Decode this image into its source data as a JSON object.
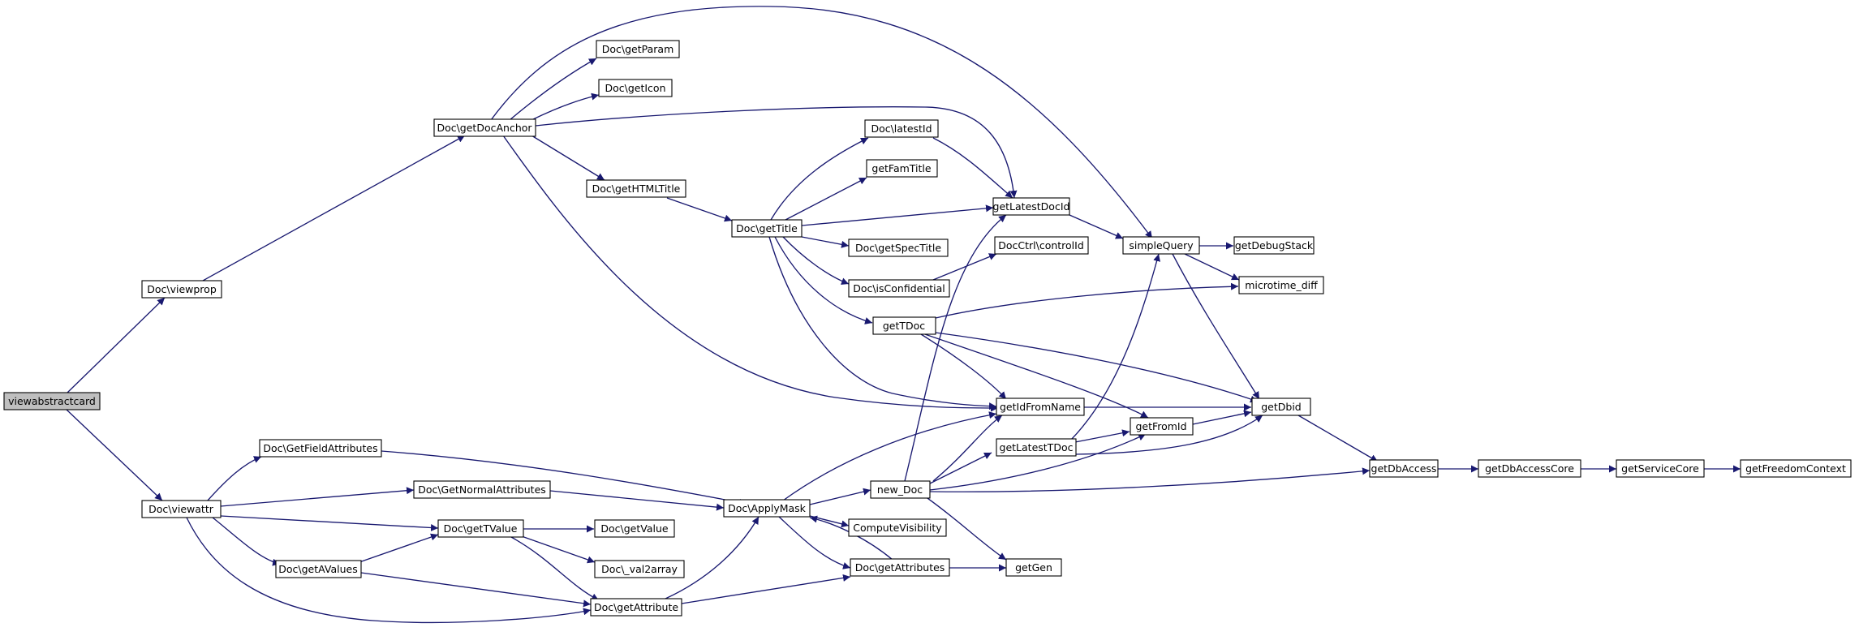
{
  "colors": {
    "edge": "#191970",
    "node_border": "#000000",
    "root_fill": "#bfbfbf",
    "node_fill": "#ffffff"
  },
  "nodes": {
    "viewabstractcard": "viewabstractcard",
    "viewprop": "Doc\\viewprop",
    "viewattr": "Doc\\viewattr",
    "getDocAnchor": "Doc\\getDocAnchor",
    "getParam": "Doc\\getParam",
    "getIcon": "Doc\\getIcon",
    "getHTMLTitle": "Doc\\getHTMLTitle",
    "latestId": "Doc\\latestId",
    "getFamTitle": "getFamTitle",
    "getTitle": "Doc\\getTitle",
    "getLatestDocId": "getLatestDocId",
    "getSpecTitle": "Doc\\getSpecTitle",
    "controlId": "DocCtrl\\controlId",
    "isConfidential": "Doc\\isConfidential",
    "simpleQuery": "simpleQuery",
    "getDebugStack": "getDebugStack",
    "microtime_diff": "microtime_diff",
    "getTDoc": "getTDoc",
    "getIdFromName": "getIdFromName",
    "getDbid": "getDbid",
    "getFromId": "getFromId",
    "getLatestTDoc": "getLatestTDoc",
    "getFieldAttributes": "Doc\\GetFieldAttributes",
    "getNormalAttributes": "Doc\\GetNormalAttributes",
    "applyMask": "Doc\\ApplyMask",
    "newDoc": "new_Doc",
    "getDbAccess": "getDbAccess",
    "getDbAccessCore": "getDbAccessCore",
    "getServiceCore": "getServiceCore",
    "getFreedomContext": "getFreedomContext",
    "getTValue": "Doc\\getTValue",
    "getValue": "Doc\\getValue",
    "computeVisibility": "ComputeVisibility",
    "val2array": "Doc\\_val2array",
    "getAValues": "Doc\\getAValues",
    "getAttributes": "Doc\\getAttributes",
    "getGen": "getGen",
    "getAttribute": "Doc\\getAttribute"
  }
}
